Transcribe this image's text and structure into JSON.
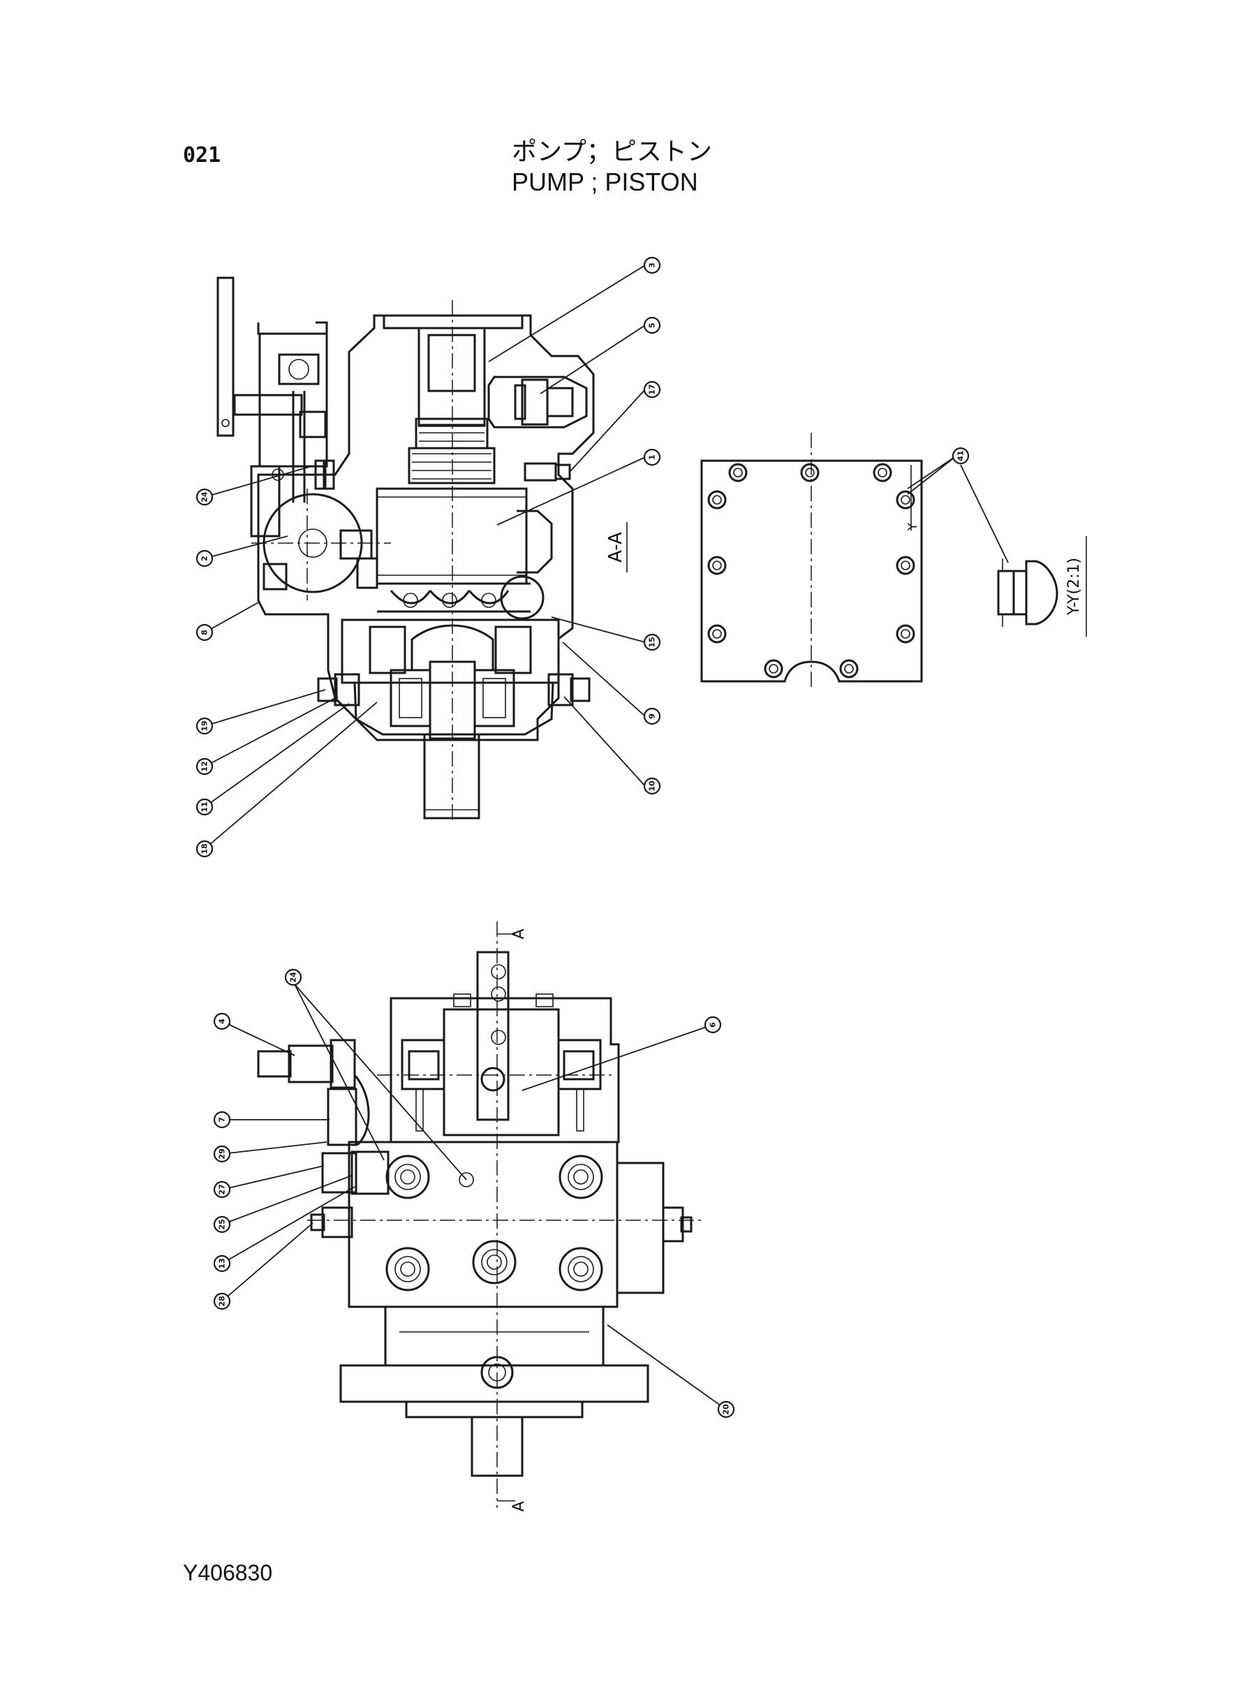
{
  "header": {
    "page_number": "021",
    "title_jp": "ポンプ；ピストン",
    "title_en": "PUMP ; PISTON"
  },
  "footer": {
    "drawing_number": "Y406830"
  },
  "section_labels": {
    "section_a": "A-A",
    "detail_y": "Y-Y(2:1)",
    "cut_mark_top": "A",
    "cut_mark_bottom": "A",
    "y_mark": "Y"
  },
  "callouts": {
    "upper_view": [
      "3",
      "5",
      "17",
      "1",
      "24",
      "2",
      "8",
      "15",
      "9",
      "10",
      "12",
      "11",
      "18",
      "19"
    ],
    "detail_view": [
      "41"
    ],
    "lower_view": [
      "24",
      "4",
      "6",
      "7",
      "29",
      "27",
      "25",
      "13",
      "28",
      "20"
    ]
  },
  "colors": {
    "line": "#1a1a1a",
    "paper": "#ffffff"
  }
}
